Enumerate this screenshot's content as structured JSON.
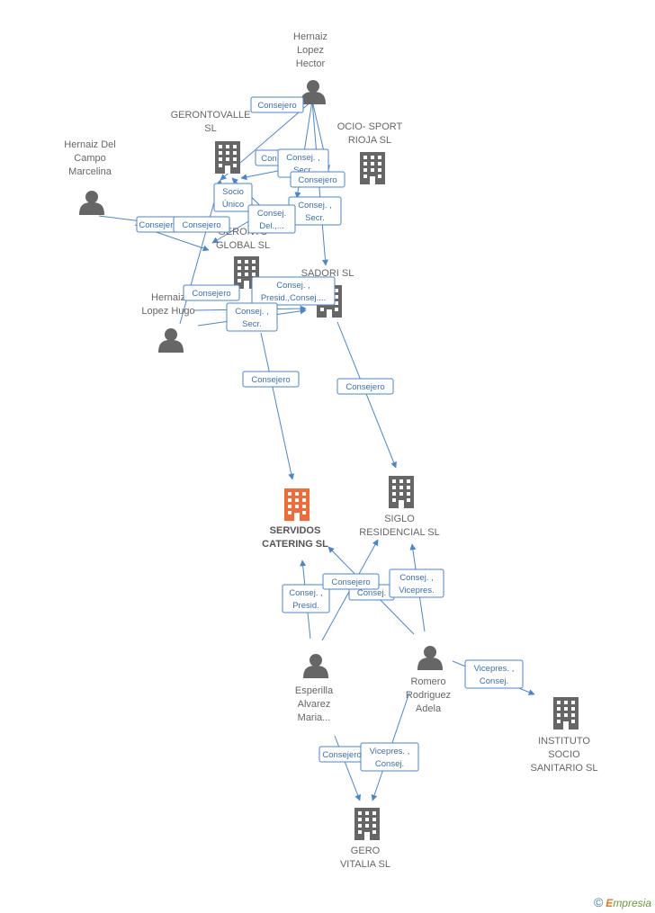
{
  "colors": {
    "edge": "#4a86cf",
    "company": "#666666",
    "main_company": "#f26a35",
    "person": "#666666",
    "label_text": "#3a6fb0"
  },
  "footer": {
    "copyright": "©",
    "brand_first": "E",
    "brand_rest": "mpresia"
  },
  "nodes": [
    {
      "id": "hernaiz-lopez-hector",
      "kind": "person",
      "lines": [
        "Hernaiz",
        "Lopez",
        "Hector"
      ]
    },
    {
      "id": "gerontovalle",
      "kind": "company",
      "lines": [
        "GERONTOVALLE",
        "SL"
      ]
    },
    {
      "id": "ocio-sport",
      "kind": "company",
      "lines": [
        "OCIO- SPORT",
        "RIOJA SL"
      ]
    },
    {
      "id": "hernaiz-del-campo",
      "kind": "person",
      "lines": [
        "Hernaiz Del",
        "Campo",
        "Marcelina"
      ]
    },
    {
      "id": "geronto-global",
      "kind": "company",
      "lines": [
        "GERONTO",
        "GLOBAL SL"
      ]
    },
    {
      "id": "sadori",
      "kind": "company",
      "lines": [
        "SADORI SL"
      ]
    },
    {
      "id": "hernaiz-lopez-hugo",
      "kind": "person",
      "lines": [
        "Hernaiz",
        "Lopez Hugo"
      ]
    },
    {
      "id": "servidos-catering",
      "kind": "main",
      "lines": [
        "SERVIDOS",
        "CATERING SL"
      ]
    },
    {
      "id": "siglo-residencial",
      "kind": "company",
      "lines": [
        "SIGLO",
        "RESIDENCIAL SL"
      ]
    },
    {
      "id": "esperilla",
      "kind": "person",
      "lines": [
        "Esperilla",
        "Alvarez",
        "Maria..."
      ]
    },
    {
      "id": "romero",
      "kind": "person",
      "lines": [
        "Romero",
        "Rodriguez",
        "Adela"
      ]
    },
    {
      "id": "instituto",
      "kind": "company",
      "lines": [
        "INSTITUTO",
        "SOCIO",
        "SANITARIO SL"
      ]
    },
    {
      "id": "gero-vitalia",
      "kind": "company",
      "lines": [
        "GERO",
        "VITALIA SL"
      ]
    }
  ],
  "edge_labels": [
    {
      "id": "el-1",
      "lines": [
        "Consejero"
      ]
    },
    {
      "id": "el-2",
      "lines": [
        "Con"
      ]
    },
    {
      "id": "el-3",
      "lines": [
        "Consej. ,",
        "Secr."
      ]
    },
    {
      "id": "el-4",
      "lines": [
        "Consejero"
      ]
    },
    {
      "id": "el-5",
      "lines": [
        "Socio",
        "Único"
      ]
    },
    {
      "id": "el-6",
      "lines": [
        "Consej. ,",
        "Secr."
      ]
    },
    {
      "id": "el-7",
      "lines": [
        "Consej.",
        "Del.,..."
      ]
    },
    {
      "id": "el-8",
      "lines": [
        "Consejero"
      ]
    },
    {
      "id": "el-9",
      "lines": [
        "Consejero"
      ]
    },
    {
      "id": "el-10",
      "lines": [
        "Consejero"
      ]
    },
    {
      "id": "el-11",
      "lines": [
        "Consej. ,",
        "Presid.,Consej...."
      ]
    },
    {
      "id": "el-12",
      "lines": [
        "Consej. ,",
        "Secr."
      ]
    },
    {
      "id": "el-13",
      "lines": [
        "Consejero"
      ]
    },
    {
      "id": "el-14",
      "lines": [
        "Consejero"
      ]
    },
    {
      "id": "el-15",
      "lines": [
        "Consej. ,",
        "Presid."
      ]
    },
    {
      "id": "el-16",
      "lines": [
        "Consej."
      ]
    },
    {
      "id": "el-17",
      "lines": [
        "Consejero"
      ]
    },
    {
      "id": "el-18",
      "lines": [
        "Consej. ,",
        "Vicepres."
      ]
    },
    {
      "id": "el-19",
      "lines": [
        "Vicepres. ,",
        "Consej."
      ]
    },
    {
      "id": "el-20",
      "lines": [
        "Consejero"
      ]
    },
    {
      "id": "el-21",
      "lines": [
        "Vicepres. ,",
        "Consej."
      ]
    }
  ]
}
